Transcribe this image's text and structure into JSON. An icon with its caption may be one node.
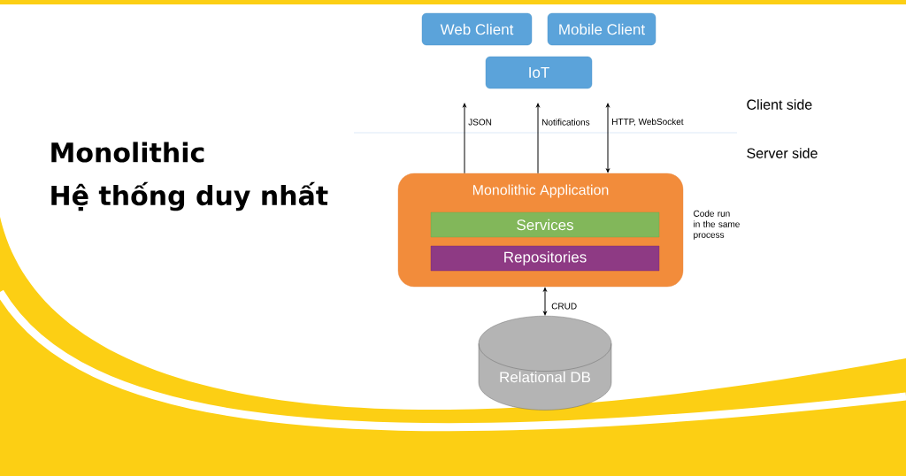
{
  "diagram": {
    "title": "Monolithic",
    "nodes": [
      {
        "text": [
          "Web Client"
        ]
      },
      {
        "text": [
          "Mobile Client"
        ]
      },
      {
        "text": [
          "IoT"
        ]
      },
      {
        "text": [
          "Monolithic Application"
        ],
        "beside": [
          "Code run in the same process"
        ]
      },
      {
        "text": [
          "Services"
        ],
        "in": 3
      },
      {
        "text": [
          "Repositories"
        ],
        "in": 3
      },
      {
        "text": [
          "Relational DB"
        ]
      }
    ],
    "edges": [
      {
        "from": 3,
        "to": null,
        "arrow": "to",
        "label": "JSON"
      },
      {
        "from": 3,
        "to": null,
        "arrow": "to",
        "label": "Notifications"
      },
      {
        "from": 3,
        "to": null,
        "arrow": "both",
        "label": "HTTP, WebSocket"
      },
      {
        "from": 3,
        "to": 6,
        "arrow": "both",
        "label": "CRUD"
      }
    ],
    "labels": [
      "Hệ thống duy nhất",
      "Client side",
      "Server side"
    ]
  }
}
